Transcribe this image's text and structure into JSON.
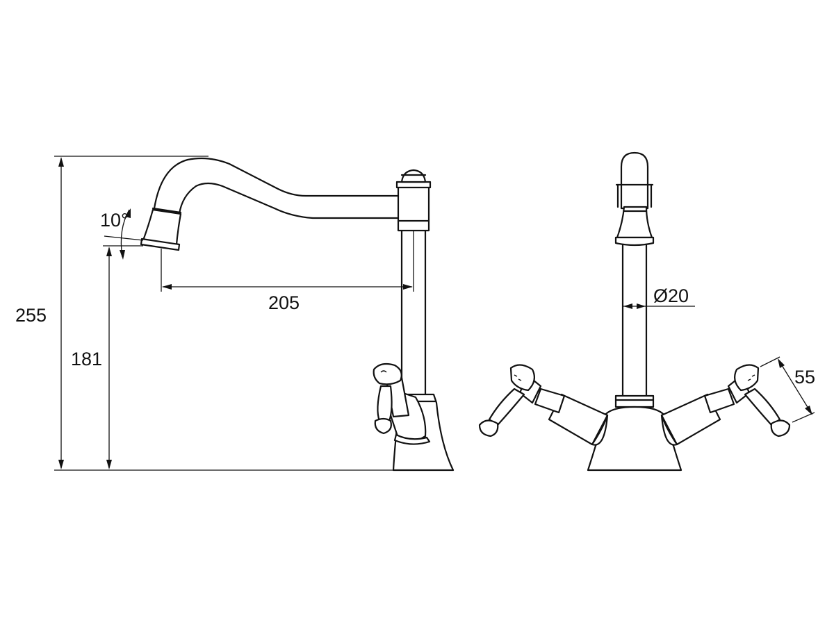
{
  "dimensions": {
    "total_height": "255",
    "spout_height": "181",
    "spout_reach": "205",
    "spout_angle": "10°",
    "body_diameter": "Ø20",
    "handle_length": "55"
  },
  "colors": {
    "stroke": "#111111",
    "background": "#ffffff"
  }
}
